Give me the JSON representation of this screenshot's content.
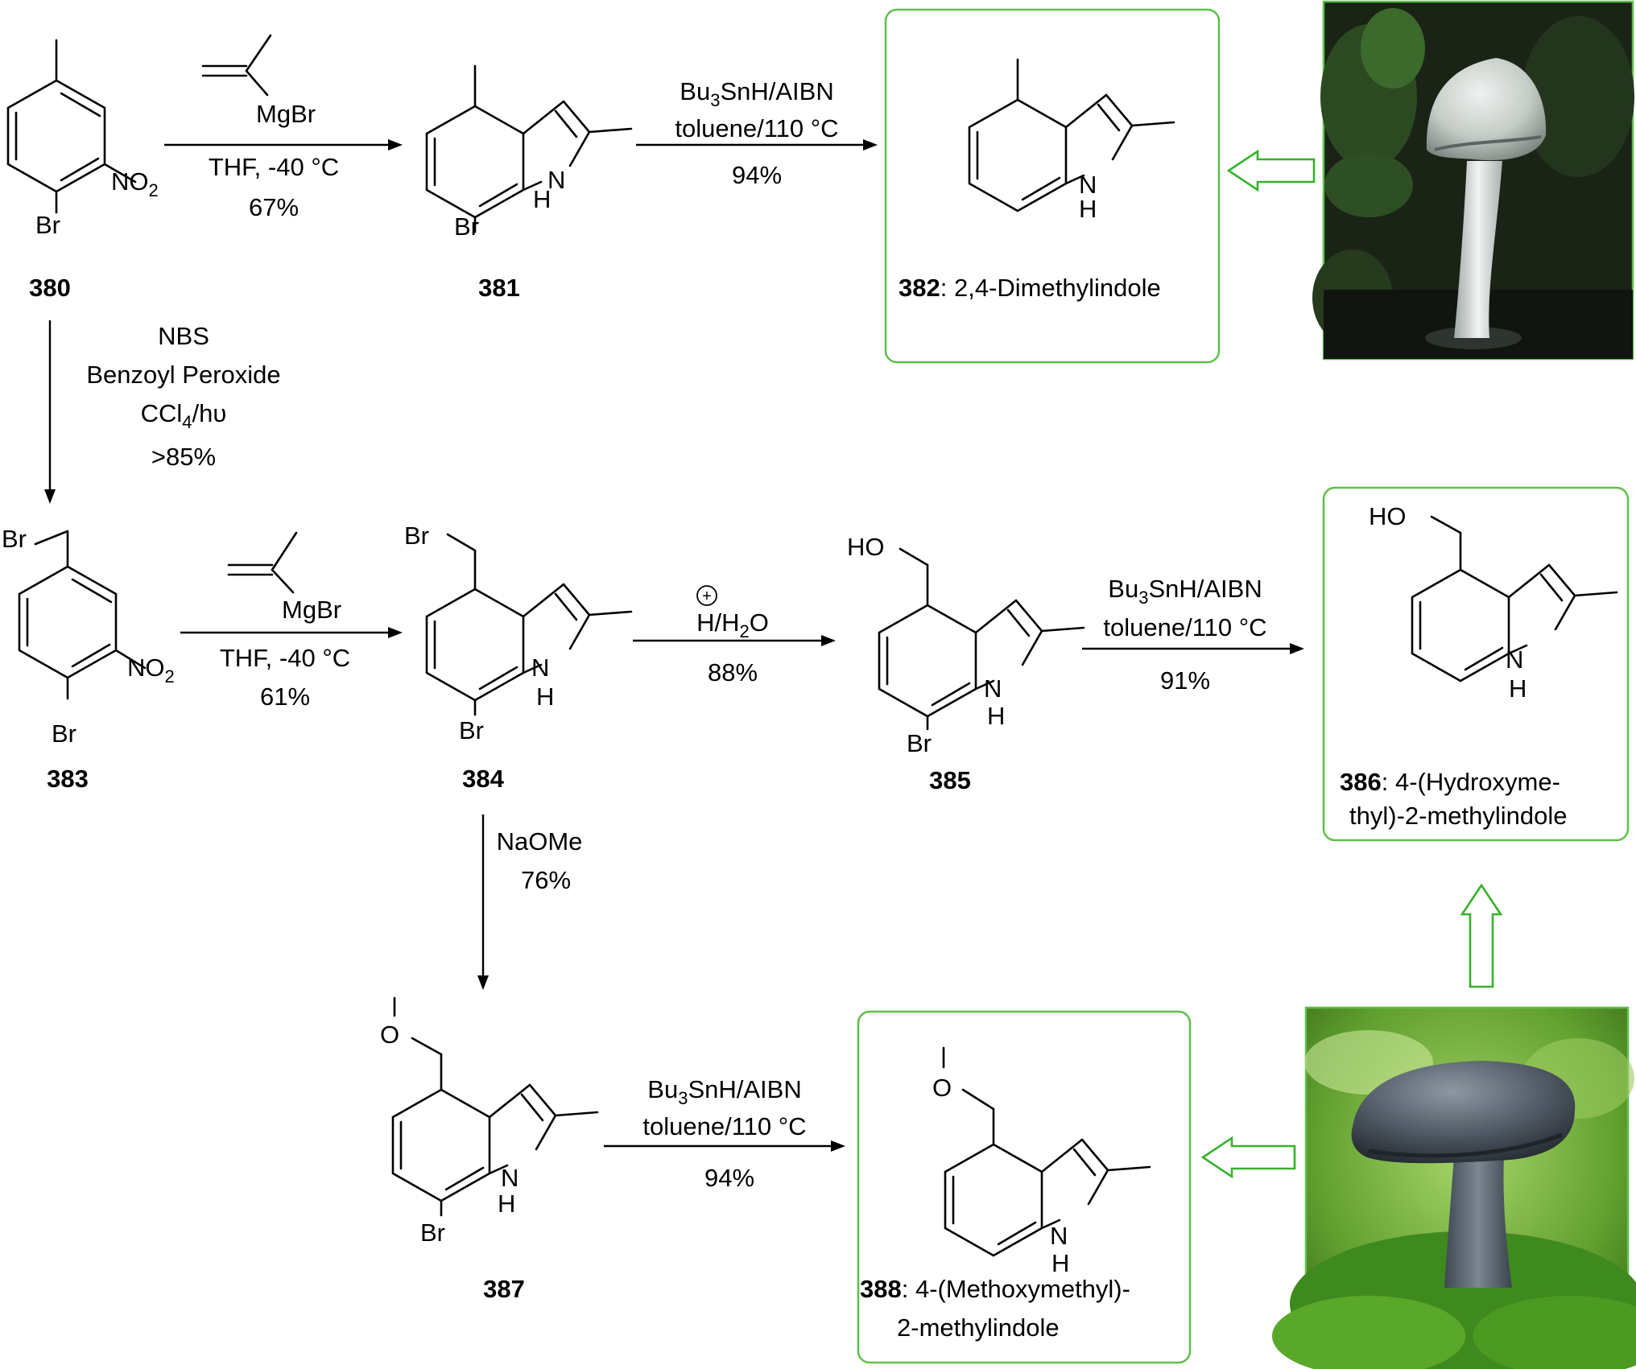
{
  "atoms": {
    "br": "Br",
    "no2_main": "NO",
    "no2_sub": "2",
    "n": "N",
    "h": "H",
    "o": "O",
    "ho": "HO"
  },
  "reagents": {
    "mgbr": "MgBr"
  },
  "compounds": {
    "c380": "380",
    "c381": "381",
    "c382": "382",
    "c382_name": ": 2,4-Dimethylindole",
    "c383": "383",
    "c384": "384",
    "c385": "385",
    "c386": "386",
    "c386_name_1": ": 4-(Hydroxyme-",
    "c386_name_2": "thyl)-2-methylindole",
    "c387": "387",
    "c388": "388",
    "c388_name_1": ": 4-(Methoxymethyl)-",
    "c388_name_2": "2-methylindole"
  },
  "conditions": {
    "grignard_1_solvent": "THF, -40 °C",
    "grignard_1_yield": "67%",
    "grignard_2_solvent": "THF, -40 °C",
    "grignard_2_yield": "61%",
    "bu3snh_main": "Bu",
    "bu3snh_sub": "3",
    "bu3snh_rest": "SnH/AIBN",
    "toluene": "toluene/110 °C",
    "yield_382": "94%",
    "yield_386": "91%",
    "yield_388": "94%",
    "nbs": "NBS",
    "benzoyl": "Benzoyl Peroxide",
    "ccl4_main": "CCl",
    "ccl4_sub": "4",
    "ccl4_rest": "/hυ",
    "nbs_yield": ">85%",
    "acid_plus": "+",
    "acid_h": "H/H",
    "acid_sub": "2",
    "acid_o": "O",
    "acid_yield": "88%",
    "naome": "NaOMe",
    "naome_yield": "76%"
  },
  "colors": {
    "box_border": "#5ec04a",
    "hollow_arrow": "#36b22c",
    "mushroom1_bg": "#1a2316",
    "mushroom2_bg": "#5f9e2e"
  }
}
